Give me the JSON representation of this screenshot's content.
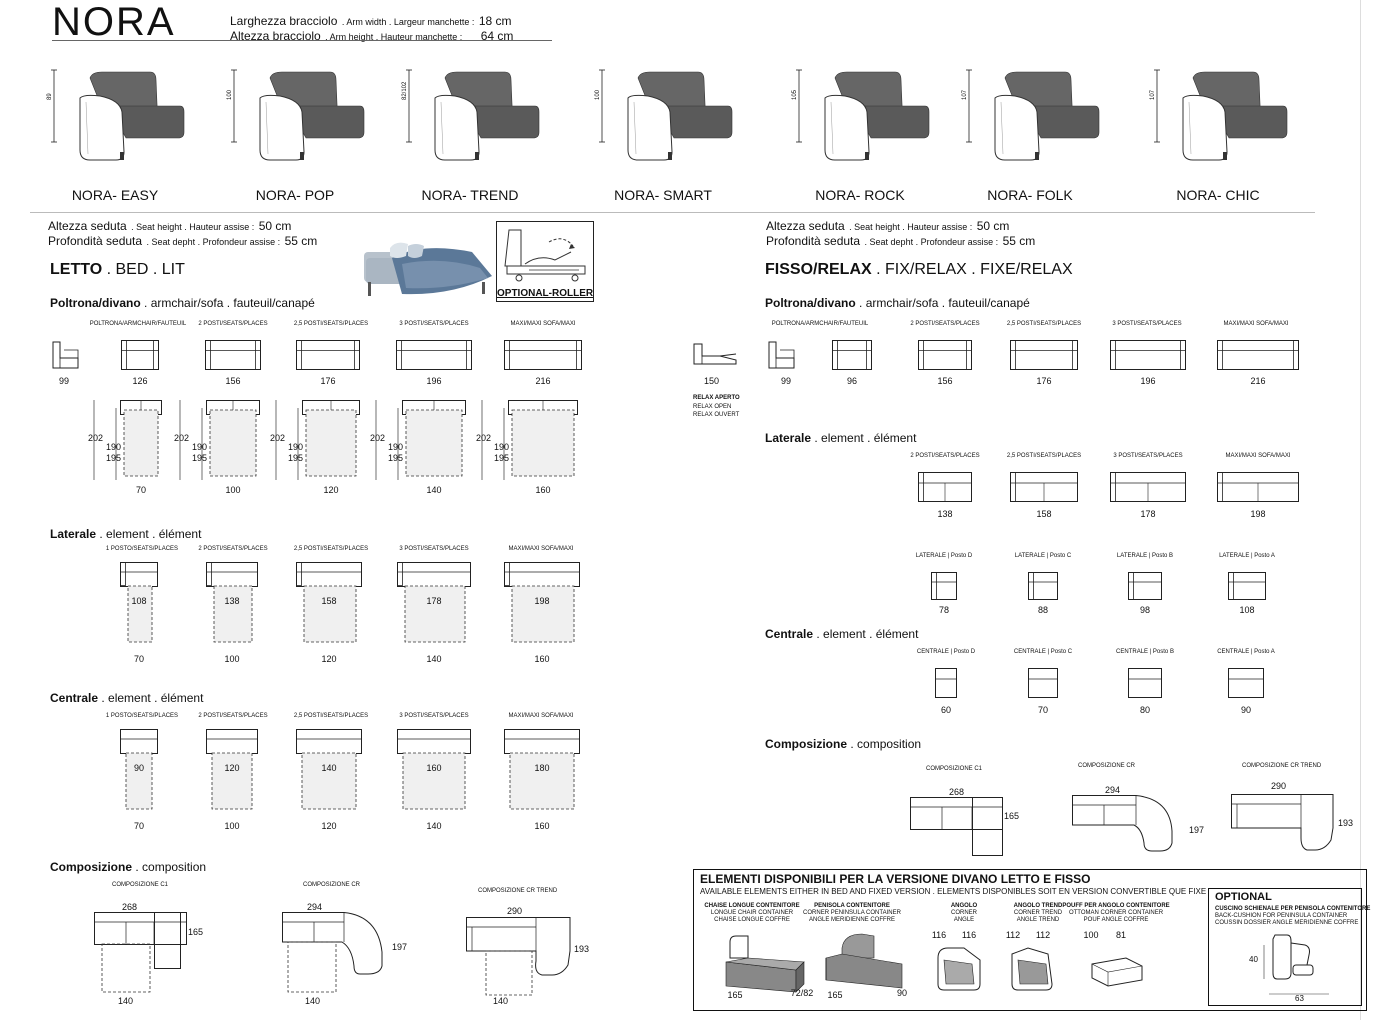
{
  "header": {
    "title": "NORA",
    "line1_it": "Larghezza bracciolo",
    "line1_rest": ". Arm width . Largeur manchette :",
    "line1_val": "18 cm",
    "line2_it": "Altezza bracciolo",
    "line2_rest": ". Arm height . Hauteur manchette :",
    "line2_val": "64 cm"
  },
  "models": [
    {
      "name": "NORA- EASY",
      "height": "89"
    },
    {
      "name": "NORA- POP",
      "height": "100"
    },
    {
      "name": "NORA- TREND",
      "height": "82/102"
    },
    {
      "name": "NORA- SMART",
      "height": "100"
    },
    {
      "name": "NORA- ROCK",
      "height": "105"
    },
    {
      "name": "NORA- FOLK",
      "height": "107"
    },
    {
      "name": "NORA- CHIC",
      "height": "107"
    }
  ],
  "seat": {
    "height_it": "Altezza seduta",
    "height_rest": ". Seat height . Hauteur assise :",
    "height_val": "50 cm",
    "depth_it": "Profondità seduta",
    "depth_rest": ". Seat depht . Profondeur assise :",
    "depth_val": "55 cm"
  },
  "left": {
    "section_bold": "LETTO",
    "section_rest": ". BED . LIT",
    "roller_label": "OPTIONAL-ROLLER",
    "armchair": {
      "title_bold": "Poltrona/divano",
      "title_rest": ". armchair/sofa . fauteuil/canapé",
      "cats": [
        "POLTRONA/ARMCHAIR/FAUTEUIL",
        "2 POSTI/SEATS/PLACES",
        "2,5 POSTI/SEATS/PLACES",
        "3 POSTI/SEATS/PLACES",
        "MAXI/MAXI SOFA/MAXI"
      ],
      "widths": [
        "99",
        "126",
        "156",
        "176",
        "196",
        "216"
      ]
    },
    "bed": {
      "h202": "202",
      "h190": "190",
      "h195": "195",
      "widths": [
        "70",
        "100",
        "120",
        "140",
        "160"
      ]
    },
    "laterale": {
      "title_bold": "Laterale",
      "title_rest": ". element . élément",
      "cats": [
        "1 POSTO/SEATS/PLACES",
        "2 POSTI/SEATS/PLACES",
        "2,5 POSTI/SEATS/PLACES",
        "3 POSTI/SEATS/PLACES",
        "MAXI/MAXI SOFA/MAXI"
      ],
      "widths": [
        "108",
        "138",
        "158",
        "178",
        "198"
      ],
      "beds": [
        "70",
        "100",
        "120",
        "140",
        "160"
      ]
    },
    "centrale": {
      "title_bold": "Centrale",
      "title_rest": ". element . élément",
      "cats": [
        "1 POSTO/SEATS/PLACES",
        "2 POSTI/SEATS/PLACES",
        "2,5 POSTI/SEATS/PLACES",
        "3 POSTI/SEATS/PLACES",
        "MAXI/MAXI SOFA/MAXI"
      ],
      "widths": [
        "90",
        "120",
        "140",
        "160",
        "180"
      ],
      "beds": [
        "70",
        "100",
        "120",
        "140",
        "160"
      ]
    },
    "composizione": {
      "title_bold": "Composizione",
      "title_rest": ". composition",
      "items": [
        {
          "label": "COMPOSIZIONE C1",
          "w": "268",
          "d": "165",
          "bed": "140"
        },
        {
          "label": "COMPOSIZIONE CR",
          "w": "294",
          "d": "197",
          "bed": "140"
        },
        {
          "label": "COMPOSIZIONE CR TREND",
          "w": "290",
          "d": "193",
          "bed": "140"
        }
      ]
    }
  },
  "right": {
    "section_bold": "FISSO/RELAX",
    "section_rest": ". FIX/RELAX . FIXE/RELAX",
    "relax": {
      "width": "150",
      "l1": "RELAX APERTO",
      "l2": "RELAX OPEN",
      "l3": "RELAX OUVERT"
    },
    "armchair": {
      "title_bold": "Poltrona/divano",
      "title_rest": ". armchair/sofa . fauteuil/canapé",
      "cats": [
        "POLTRONA/ARMCHAIR/FAUTEUIL",
        "2 POSTI/SEATS/PLACES",
        "2,5 POSTI/SEATS/PLACES",
        "3 POSTI/SEATS/PLACES",
        "MAXI/MAXI SOFA/MAXI"
      ],
      "widths": [
        "99",
        "96",
        "156",
        "176",
        "196",
        "216"
      ]
    },
    "laterale": {
      "title_bold": "Laterale",
      "title_rest": ". element . élément",
      "cats": [
        "2 POSTI/SEATS/PLACES",
        "2,5 POSTI/SEATS/PLACES",
        "3 POSTI/SEATS/PLACES",
        "MAXI/MAXI SOFA/MAXI"
      ],
      "widths": [
        "138",
        "158",
        "178",
        "198"
      ],
      "cats2": [
        "LATERALE | Posto D",
        "LATERALE | Posto C",
        "LATERALE | Posto B",
        "LATERALE | Posto A"
      ],
      "widths2": [
        "78",
        "88",
        "98",
        "108"
      ]
    },
    "centrale": {
      "title_bold": "Centrale",
      "title_rest": ". element . élément",
      "cats": [
        "CENTRALE | Posto D",
        "CENTRALE | Posto C",
        "CENTRALE | Posto B",
        "CENTRALE | Posto A"
      ],
      "widths": [
        "60",
        "70",
        "80",
        "90"
      ]
    },
    "composizione": {
      "title_bold": "Composizione",
      "title_rest": ". composition",
      "items": [
        {
          "label": "COMPOSIZIONE C1",
          "w": "268",
          "d": "165"
        },
        {
          "label": "COMPOSIZIONE CR",
          "w": "294",
          "d": "197"
        },
        {
          "label": "COMPOSIZIONE CR TREND",
          "w": "290",
          "d": "193"
        }
      ]
    }
  },
  "elements": {
    "title": "ELEMENTI DISPONIBILI PER LA VERSIONE DIVANO LETTO E FISSO",
    "subtitle": "AVAILABLE ELEMENTS EITHER IN BED AND FIXED VERSION . ELEMENTS DISPONIBLES SOIT EN VERSION CONVERTIBLE QUE FIXE",
    "items": [
      {
        "l1": "CHAISE LONGUE CONTENITORE",
        "l2": "LONGUE CHAIR CONTAINER",
        "l3": "CHAISE LONGUE COFFRE",
        "a": "165",
        "b": "72/82"
      },
      {
        "l1": "PENISOLA CONTENITORE",
        "l2": "CORNER PENINSULA CONTAINER",
        "l3": "ANGLE MERIDIENNE COFFRE",
        "a": "165",
        "b": "90"
      },
      {
        "l1": "ANGOLO",
        "l2": "CORNER",
        "l3": "ANGLE",
        "a": "116",
        "b": "116"
      },
      {
        "l1": "ANGOLO TREND",
        "l2": "CORNER TREND",
        "l3": "ANGLE TREND",
        "a": "112",
        "b": "112"
      },
      {
        "l1": "POUFF PER ANGOLO CONTENITORE",
        "l2": "OTTOMAN CORNER CONTAINER",
        "l3": "POUF ANGLE COFFRE",
        "a": "100",
        "b": "81"
      }
    ],
    "optional": {
      "title": "OPTIONAL",
      "l1": "CUSCINO SCHIENALE PER PENISOLA CONTENITORE",
      "l2": "BACK-CUSHION FOR PENINSULA CONTAINER",
      "l3": "COUSSIN DOSSIER ANGLE MERIDIENNE COFFRE",
      "h": "40",
      "w": "63"
    }
  }
}
